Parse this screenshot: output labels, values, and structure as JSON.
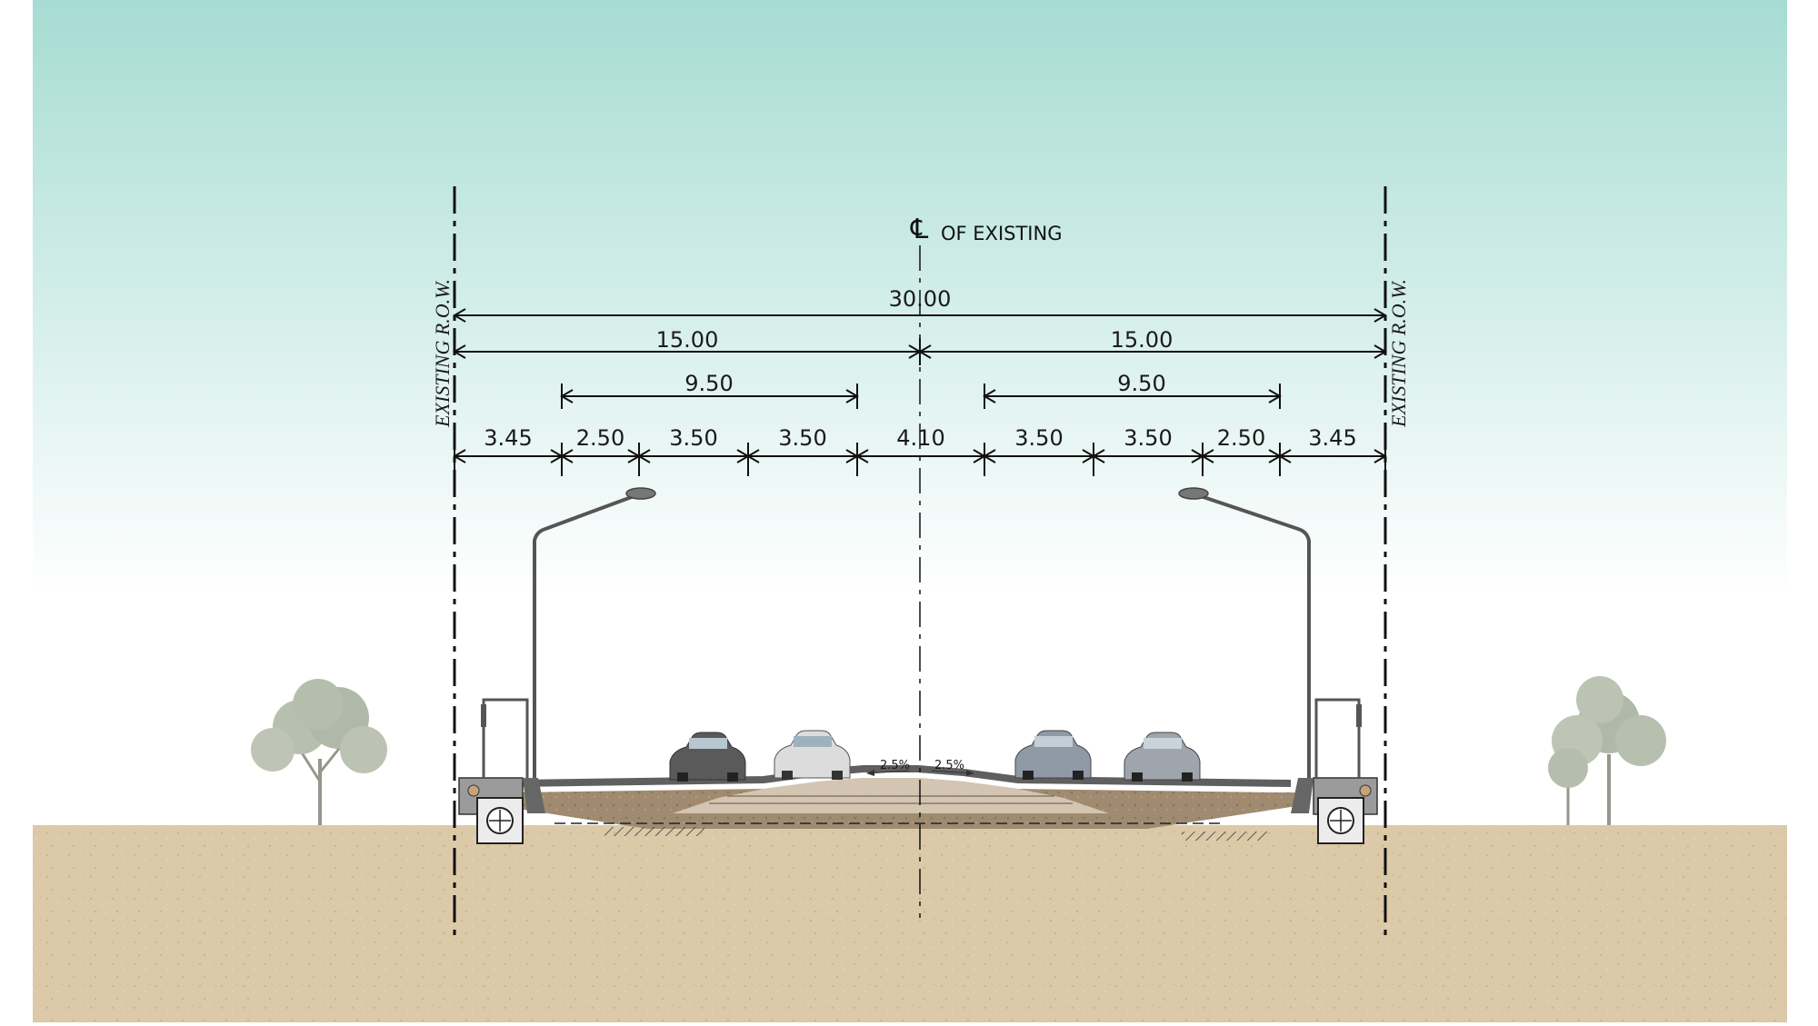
{
  "centerline": {
    "symbol": "℄",
    "label": "OF EXISTING"
  },
  "row_labels": {
    "left": "EXISTING R.O.W.",
    "right": "EXISTING R.O.W."
  },
  "dimensions": {
    "total": "30.00",
    "half_left": "15.00",
    "half_right": "15.00",
    "carriageway_left": "9.50",
    "carriageway_right": "9.50",
    "segments": [
      "3.45",
      "2.50",
      "3.50",
      "3.50",
      "4.10",
      "3.50",
      "3.50",
      "2.50",
      "3.45"
    ]
  },
  "slopes": {
    "left": "2.5%",
    "right": "2.5%"
  },
  "colors": {
    "sky_top": "#a6dcd3",
    "sky_bottom": "#ffffff",
    "ground": "#d9c6a4",
    "pavement": "#6d6d6d",
    "base": "#9e8a70",
    "lines": "#111111"
  }
}
